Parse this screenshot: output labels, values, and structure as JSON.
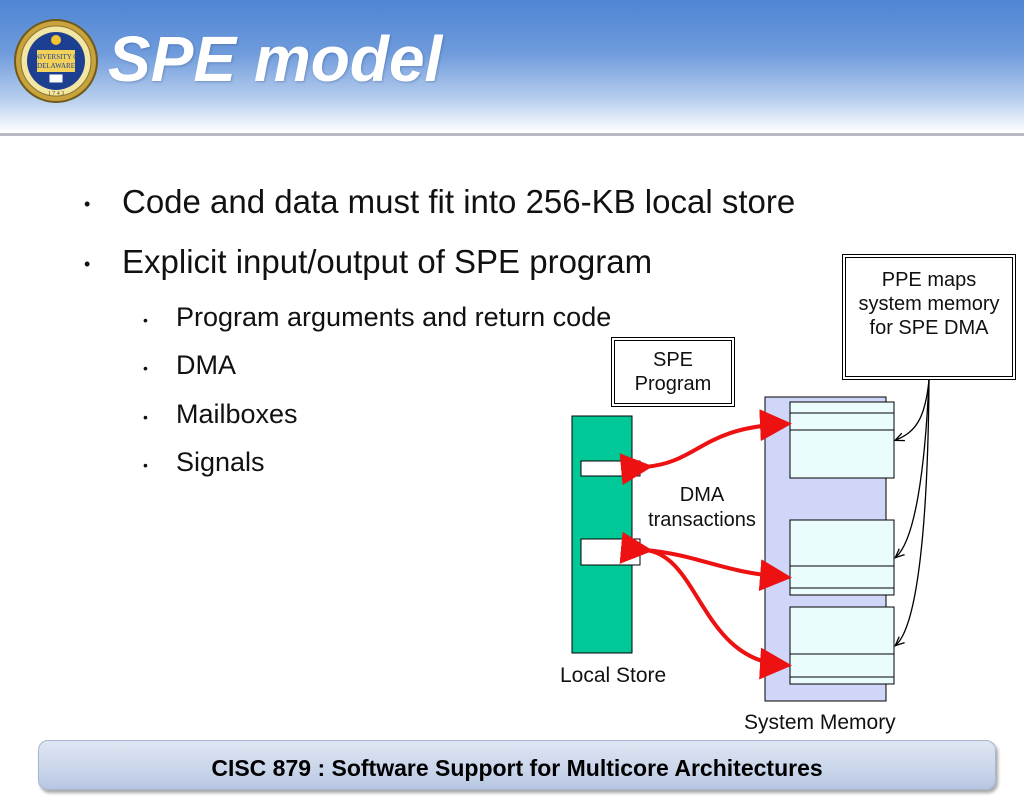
{
  "slide": {
    "title": "SPE model",
    "logo_text": "UNIVERSITY OF DELAWARE",
    "logo_year": "1743"
  },
  "bullets": [
    {
      "text": "Code and data must fit into 256-KB local store",
      "level": 1
    },
    {
      "text": "Explicit input/output of SPE program",
      "level": 1
    },
    {
      "text": "Program arguments and return code",
      "level": 2
    },
    {
      "text": "DMA",
      "level": 2
    },
    {
      "text": "Mailboxes",
      "level": 2
    },
    {
      "text": "Signals",
      "level": 2
    }
  ],
  "diagram": {
    "spe_program_label": "SPE Program",
    "ppe_maps_label": "PPE maps system memory for SPE DMA",
    "dma_label": "DMA transactions",
    "local_store_label": "Local Store",
    "system_memory_label": "System Memory",
    "colors": {
      "local_store": "#00c896",
      "system_memory": "#cfd6f7",
      "memory_block": "#ebfcfc",
      "arrow": "#ee1111"
    }
  },
  "footer": {
    "text": "CISC 879 : Software Support for Multicore Architectures"
  }
}
